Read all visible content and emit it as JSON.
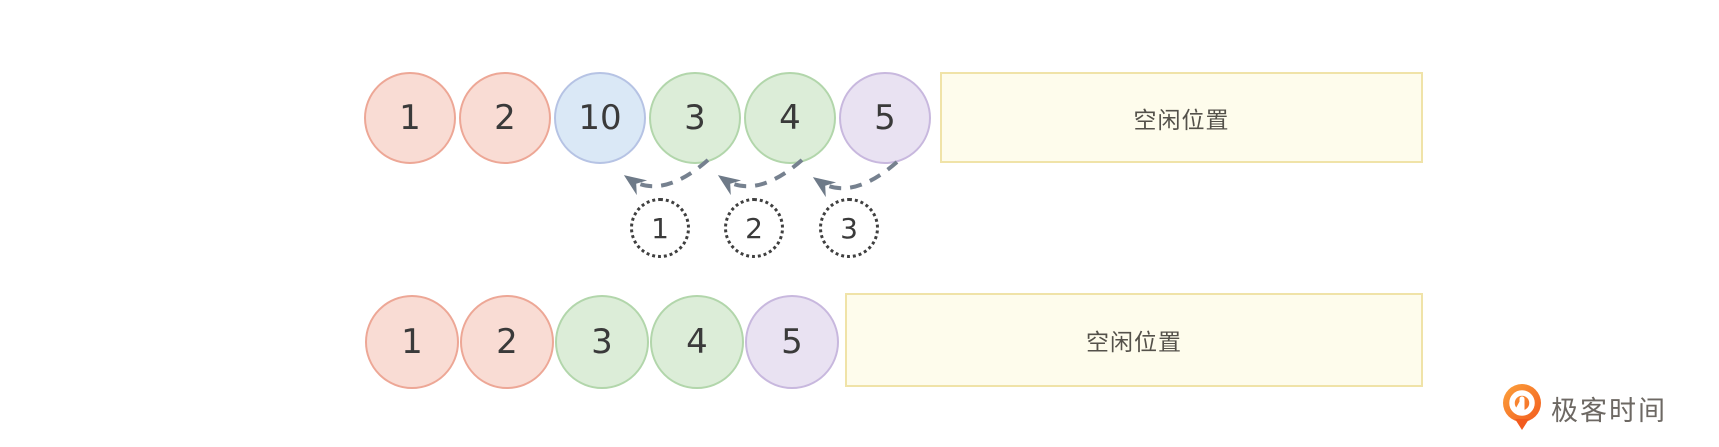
{
  "diagram": {
    "top_row": {
      "cells": [
        {
          "value": "1",
          "color": "pink"
        },
        {
          "value": "2",
          "color": "pink"
        },
        {
          "value": "10",
          "color": "blue"
        },
        {
          "value": "3",
          "color": "green"
        },
        {
          "value": "4",
          "color": "green"
        },
        {
          "value": "5",
          "color": "purple"
        }
      ],
      "free_label": "空闲位置"
    },
    "bottom_row": {
      "cells": [
        {
          "value": "1",
          "color": "pink"
        },
        {
          "value": "2",
          "color": "pink"
        },
        {
          "value": "3",
          "color": "green"
        },
        {
          "value": "4",
          "color": "green"
        },
        {
          "value": "5",
          "color": "purple"
        }
      ],
      "free_label": "空闲位置"
    },
    "move_steps": [
      {
        "label": "1"
      },
      {
        "label": "2"
      },
      {
        "label": "3"
      }
    ]
  },
  "watermark": {
    "brand": "极客时间"
  },
  "colors": {
    "cell_pink_fill": "#f9dcd4",
    "cell_pink_border": "#eda796",
    "cell_blue_fill": "#dae8f6",
    "cell_blue_border": "#b6c3e4",
    "cell_green_fill": "#dcedd8",
    "cell_green_border": "#b2d6ab",
    "cell_purple_fill": "#e9e2f2",
    "cell_purple_border": "#c8b8de",
    "free_rect_fill": "#fefcec",
    "free_rect_border": "#f0e3a8",
    "arrow": "#76818f",
    "step_dot_border": "#3f3f3f",
    "brand_orange": "#f8651c",
    "brand_text": "#6d6863"
  }
}
